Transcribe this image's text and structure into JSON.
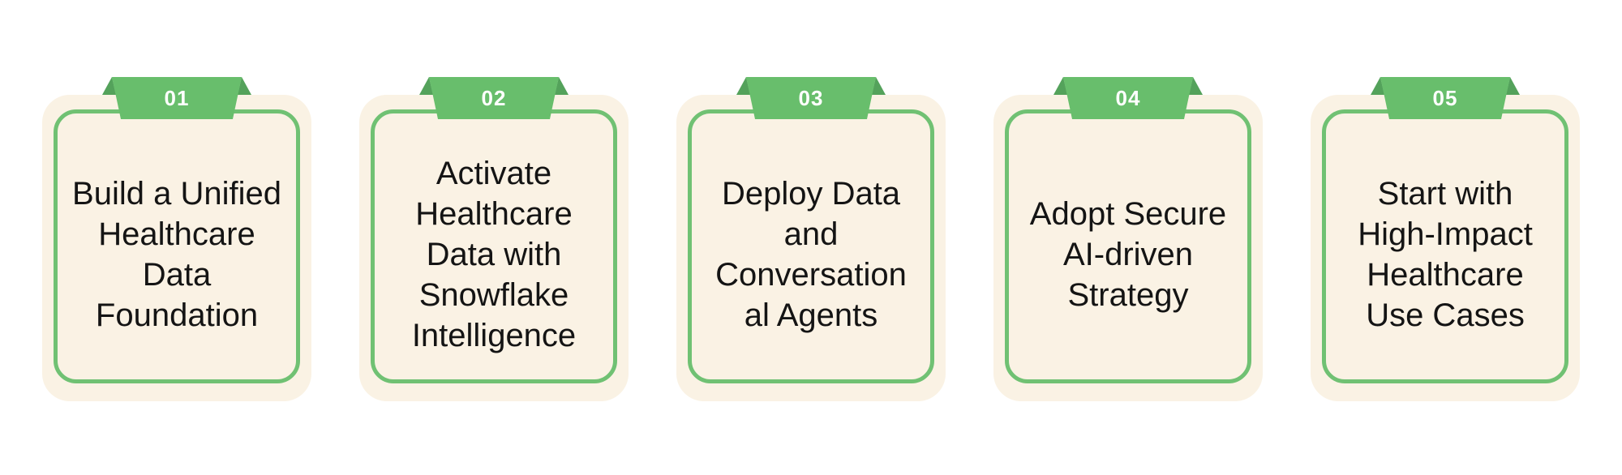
{
  "colors": {
    "band_green": "#68BE6C",
    "fold_green": "#54A25B",
    "border_green": "#70C173",
    "card_cream": "#FAF2E4",
    "text_dark": "#141414",
    "number_white": "#FFFFFF",
    "page_bg": "#FFFFFF"
  },
  "cards": [
    {
      "number": "01",
      "text": "Build a Unified\nHealthcare\nData\nFoundation"
    },
    {
      "number": "02",
      "text": "Activate\nHealthcare\nData with\nSnowflake\nIntelligence"
    },
    {
      "number": "03",
      "text": "Deploy Data\nand\nConversation\nal Agents"
    },
    {
      "number": "04",
      "text": "Adopt Secure\nAI-driven\nStrategy"
    },
    {
      "number": "05",
      "text": "Start with\nHigh-Impact\nHealthcare\nUse Cases"
    }
  ]
}
